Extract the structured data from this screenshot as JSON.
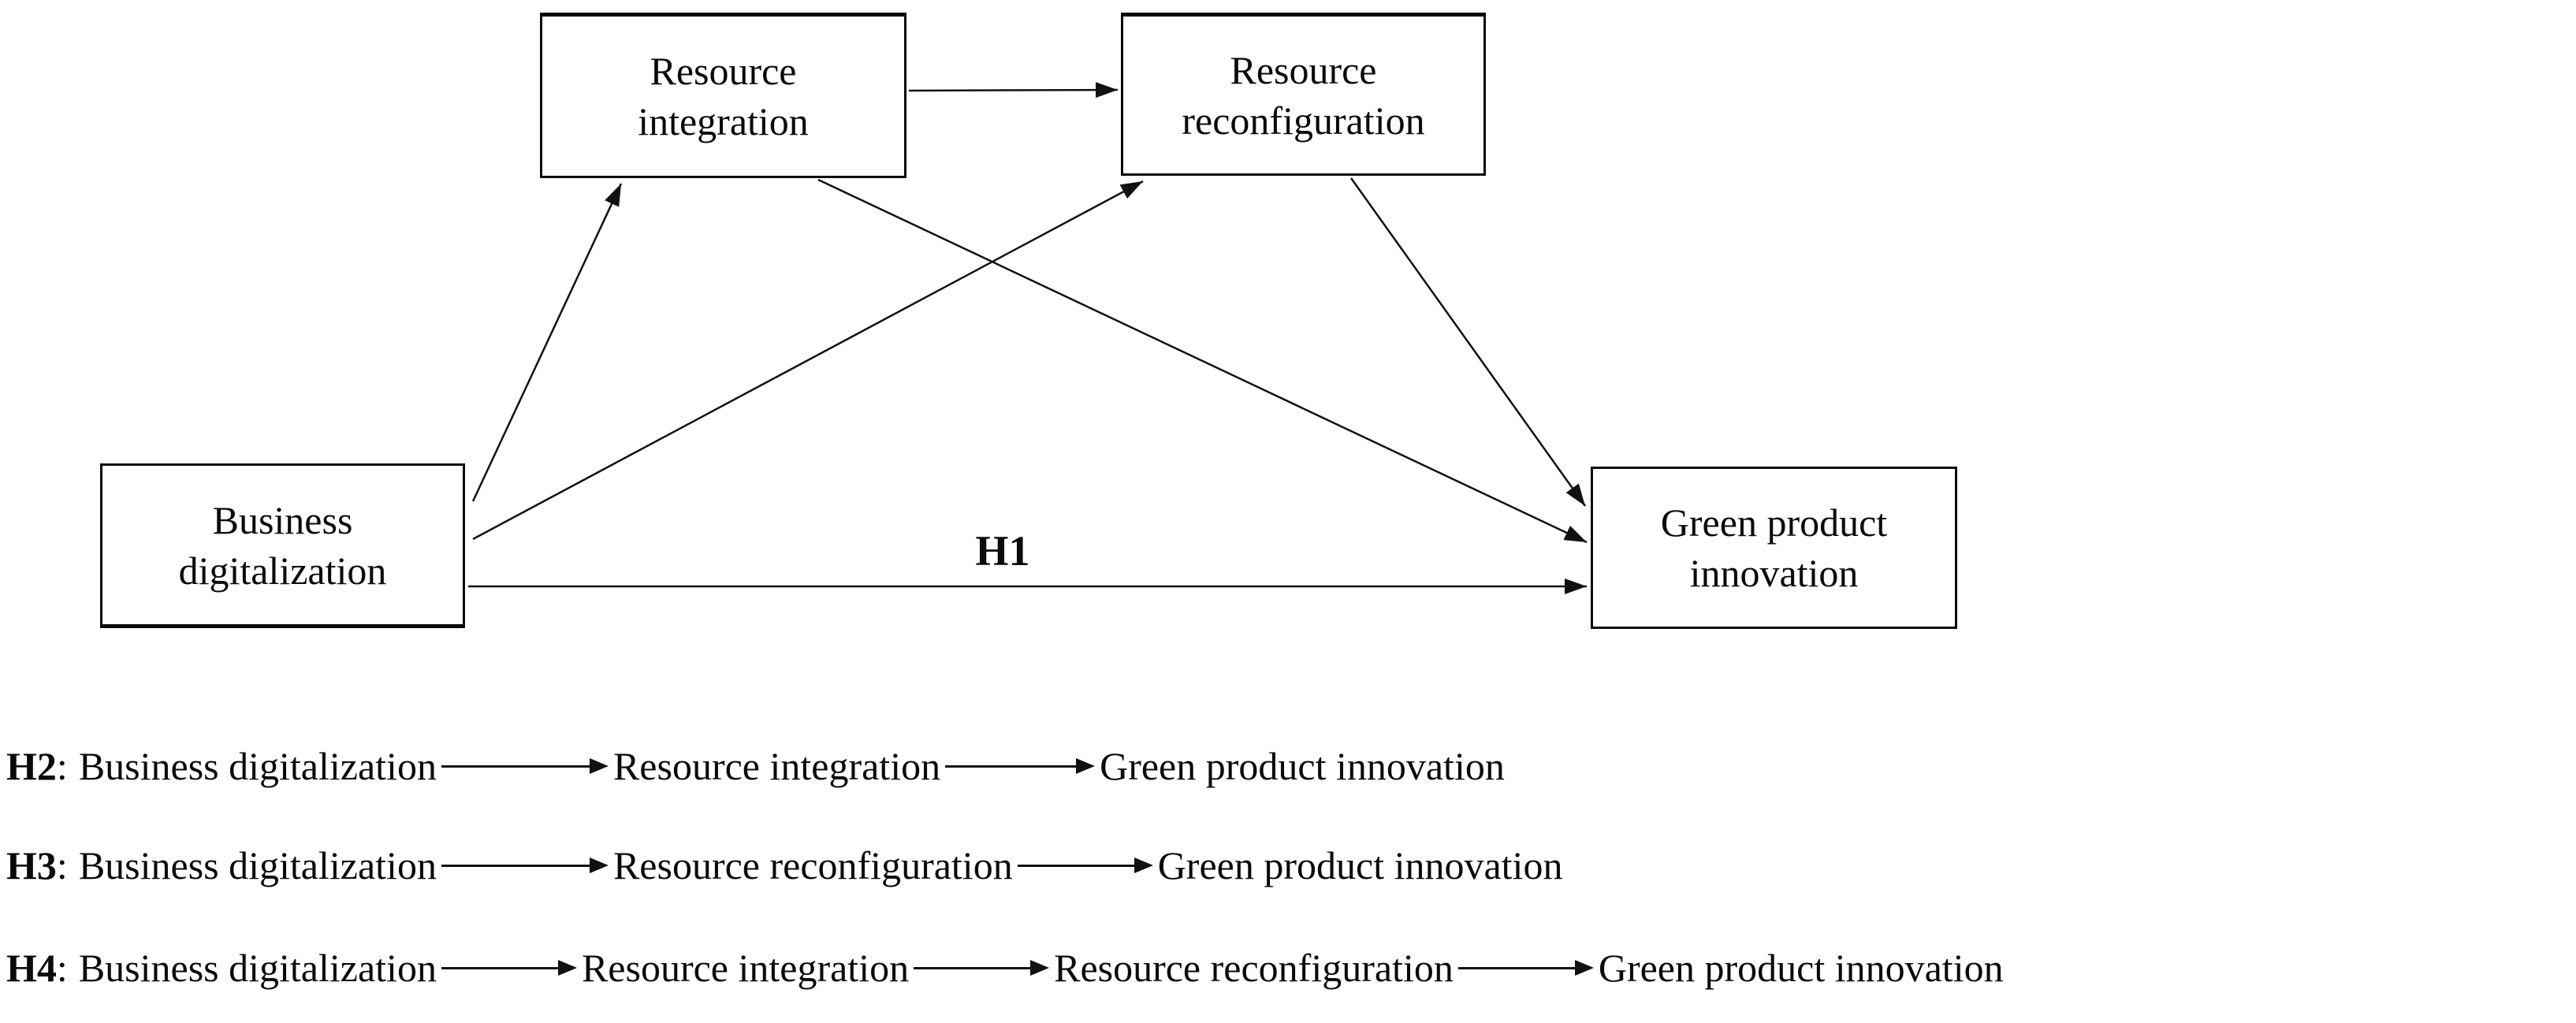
{
  "diagram": {
    "nodes": {
      "business_digitalization": {
        "label": "Business digitalization"
      },
      "resource_integration": {
        "label": "Resource integration"
      },
      "resource_reconfiguration": {
        "label": "Resource reconfiguration"
      },
      "green_product_innovation": {
        "label": "Green product innovation"
      }
    },
    "edges": [
      {
        "from": "Resource integration",
        "to": "Resource reconfiguration",
        "label": ""
      },
      {
        "from": "Business digitalization",
        "to": "Resource integration",
        "label": ""
      },
      {
        "from": "Business digitalization",
        "to": "Resource reconfiguration",
        "label": ""
      },
      {
        "from": "Resource integration",
        "to": "Green product innovation",
        "label": ""
      },
      {
        "from": "Resource reconfiguration",
        "to": "Green product innovation",
        "label": ""
      },
      {
        "from": "Business digitalization",
        "to": "Green product innovation",
        "label": "H1"
      }
    ],
    "h1_label": "H1"
  },
  "hypotheses": [
    {
      "id": "H2",
      "colon": ":",
      "steps": [
        "Business digitalization",
        "Resource integration",
        "Green product innovation"
      ]
    },
    {
      "id": "H3",
      "colon": ":",
      "steps": [
        "Business digitalization",
        "Resource reconfiguration",
        "Green product innovation"
      ]
    },
    {
      "id": "H4",
      "colon": ":",
      "steps": [
        "Business digitalization",
        "Resource integration",
        "Resource reconfiguration",
        "Green product innovation"
      ]
    }
  ],
  "colors": {
    "line": "#111111",
    "text": "#0a0a0a",
    "background": "#ffffff"
  }
}
